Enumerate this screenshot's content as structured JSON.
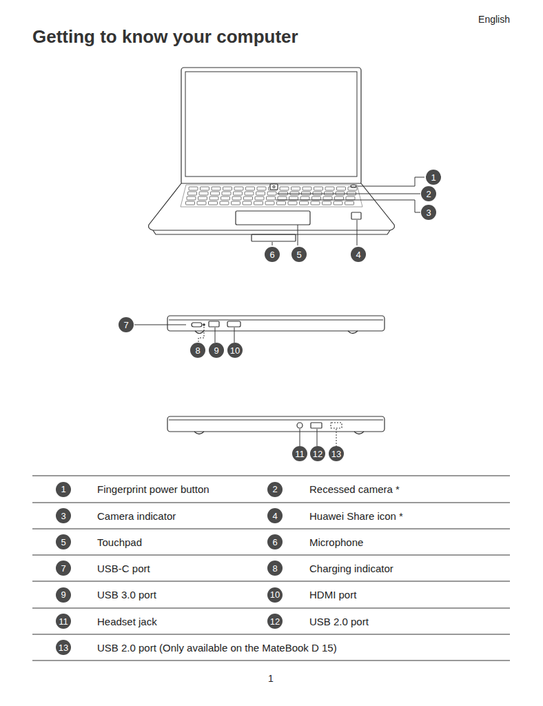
{
  "diagram": {
    "title": "Getting to know your computer",
    "labels": [
      "English",
      "1",
      "2",
      "3",
      "4",
      "5",
      "6",
      "7",
      "8",
      "9",
      "10",
      "11",
      "12",
      "13",
      "1",
      "Fingerprint power button",
      "2",
      "Recessed camera *",
      "3",
      "Camera indicator",
      "4",
      "Huawei Share icon *",
      "5",
      "Touchpad",
      "6",
      "Microphone",
      "7",
      "USB-C port",
      "8",
      "Charging indicator",
      "9",
      "USB 3.0 port",
      "10",
      "HDMI port",
      "11",
      "Headset jack",
      "12",
      "USB 2.0 port",
      "13",
      "USB 2.0 port (Only available on the MateBook D 15)",
      "1"
    ]
  }
}
